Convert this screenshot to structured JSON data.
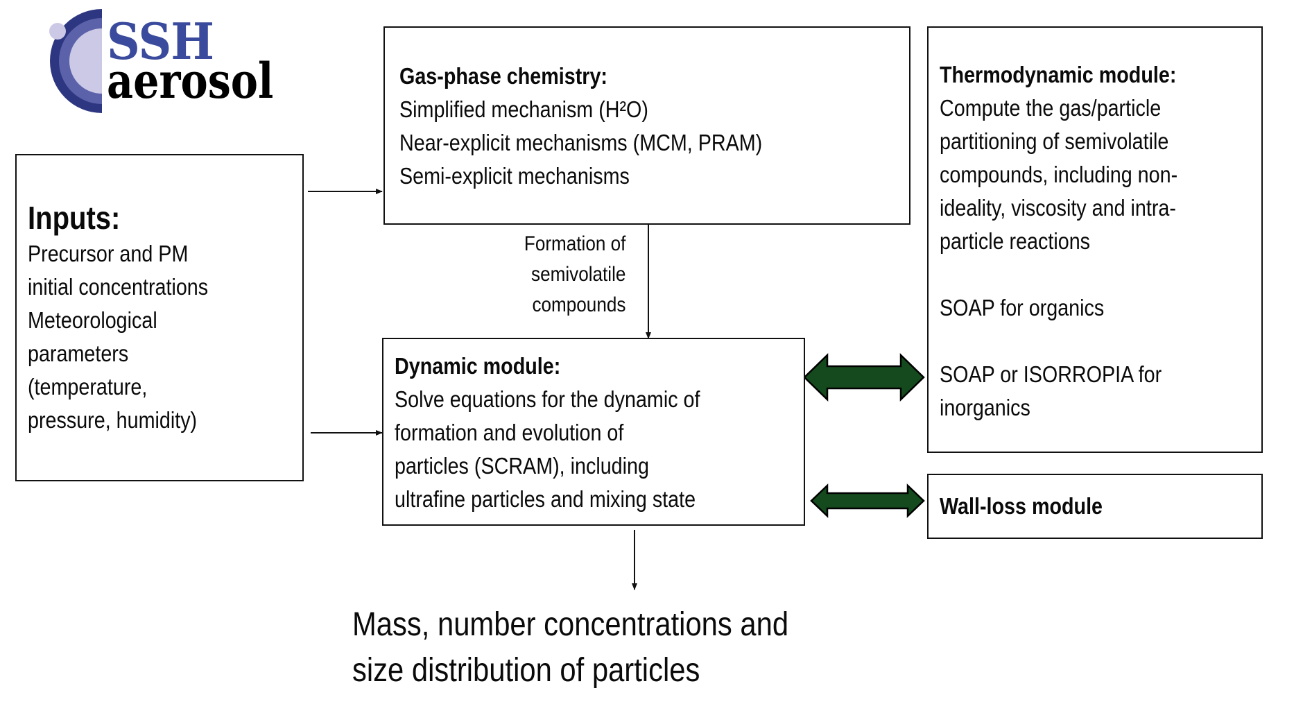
{
  "logo": {
    "line1": "SSH",
    "line2": "aerosol",
    "colors": {
      "outer_ring": "#2d3680",
      "middle_ring": "#5c62aa",
      "inner_disk": "#cbc9e6",
      "text_ssh": "#3a4a9c",
      "text_aerosol": "#000000"
    }
  },
  "inputs": {
    "title": "Inputs:",
    "lines": [
      "Precursor and PM",
      "initial concentrations",
      "Meteorological",
      "parameters",
      "(temperature,",
      "pressure, humidity)"
    ]
  },
  "gas_phase": {
    "title": "Gas-phase chemistry:",
    "lines": [
      "Simplified mechanism (H²O)",
      "Near-explicit mechanisms (MCM, PRAM)",
      "Semi-explicit mechanisms"
    ]
  },
  "flow_label": {
    "lines": [
      "Formation of",
      "semivolatile",
      "compounds"
    ]
  },
  "thermodynamic": {
    "title": "Thermodynamic module:",
    "lines": [
      "Compute the gas/particle",
      "partitioning of semivolatile",
      "compounds, including non-",
      "ideality, viscosity and intra-",
      "particle reactions"
    ],
    "organics": "SOAP for organics",
    "inorganics": [
      "SOAP or ISORROPIA for",
      "inorganics"
    ]
  },
  "dynamic": {
    "title": "Dynamic module:",
    "lines": [
      "Solve equations for the dynamic of",
      "formation and evolution of",
      "particles (SCRAM), including",
      "ultrafine particles and mixing state"
    ]
  },
  "wall_loss": {
    "title": "Wall-loss module"
  },
  "output": {
    "lines": [
      "Mass, number concentrations and",
      "size distribution of particles"
    ]
  },
  "colors": {
    "box_border": "#111111",
    "double_arrow_fill": "#154a1e",
    "double_arrow_stroke": "#000000"
  }
}
